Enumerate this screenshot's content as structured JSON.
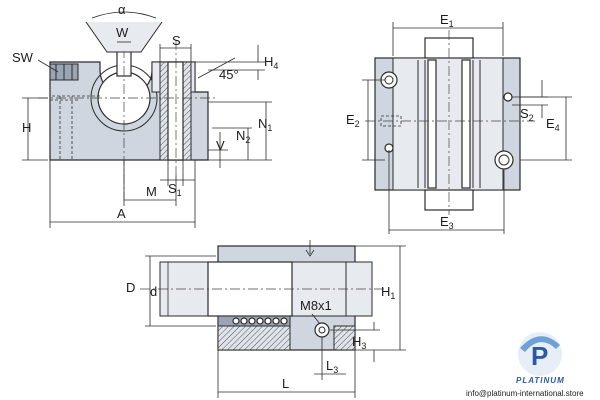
{
  "front_view": {
    "labels": {
      "alpha": "α",
      "W": "W",
      "S": "S",
      "SW": "SW",
      "H4": "H",
      "H4_sub": "4",
      "angle": "45°",
      "H": "H",
      "N1": "N",
      "N1_sub": "1",
      "N2": "N",
      "N2_sub": "2",
      "V": "V",
      "M": "M",
      "S1": "S",
      "S1_sub": "1",
      "A": "A"
    }
  },
  "top_view": {
    "labels": {
      "E1": "E",
      "E1_sub": "1",
      "E2": "E",
      "E2_sub": "2",
      "S2": "S",
      "S2_sub": "2",
      "E4": "E",
      "E4_sub": "4",
      "E3": "E",
      "E3_sub": "3"
    }
  },
  "side_view": {
    "labels": {
      "D": "D",
      "d": "d",
      "thread": "M8x1",
      "H1": "H",
      "H1_sub": "1",
      "H3": "H",
      "H3_sub": "3",
      "L3": "L",
      "L3_sub": "3",
      "L": "L"
    }
  },
  "brand": {
    "logo_letter": "P",
    "name": "PLATINUM",
    "email": "info@platinum-international.store",
    "colors": {
      "blue": "#2a5aa6",
      "light_blue": "#6fa0d8"
    }
  }
}
